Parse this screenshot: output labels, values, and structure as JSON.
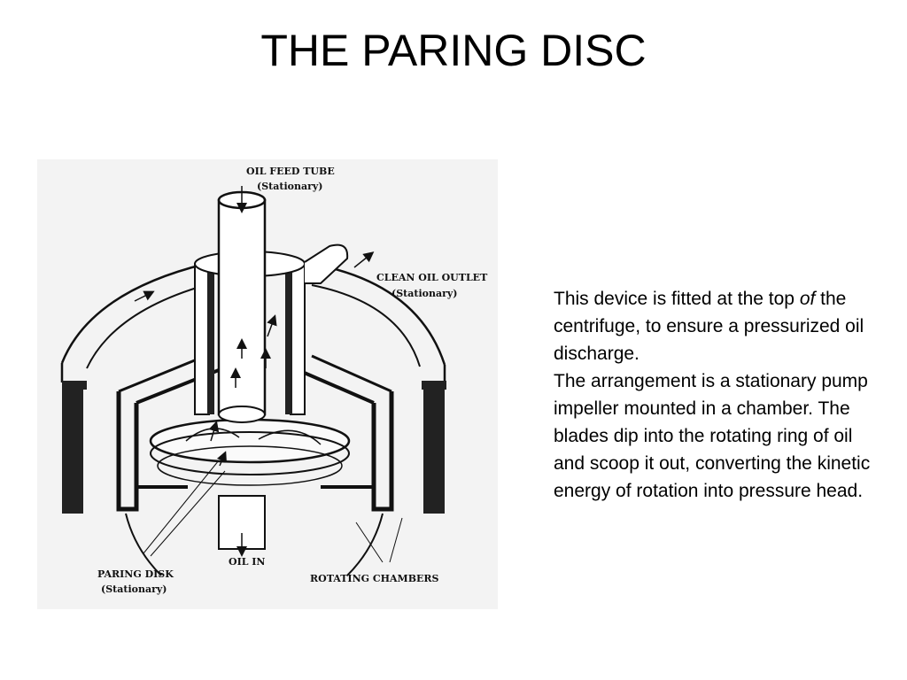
{
  "slide": {
    "title": "THE PARING DISC"
  },
  "diagram": {
    "labels": {
      "oil_feed_tube": "OIL FEED TUBE",
      "oil_feed_tube_note": "(Stationary)",
      "clean_oil_outlet": "CLEAN OIL OUTLET",
      "clean_oil_outlet_note": "(Stationary)",
      "oil_in": "OIL IN",
      "paring_disk": "PARING DISK",
      "paring_disk_note": "(Stationary)",
      "rotating_chambers": "ROTATING CHAMBERS"
    }
  },
  "description": {
    "p1_before": "This device is fitted at the top ",
    "p1_em": "of",
    "p1_after": " the centrifuge, to ensure a pressurized oil discharge.",
    "p2": "The arrangement is a stationary pump impeller mounted in a chamber. The blades dip into the rotating ring of oil and scoop it out, converting the kinetic energy of rotation into pressure head."
  }
}
